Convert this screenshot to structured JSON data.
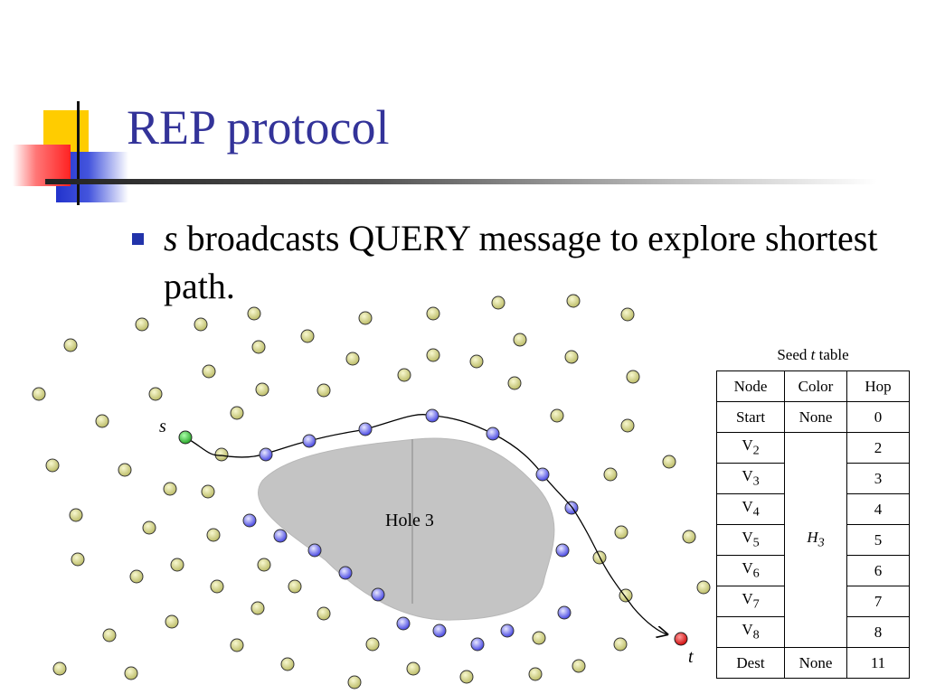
{
  "slide": {
    "title": "REP protocol",
    "bullet": {
      "subject": "s",
      "text": " broadcasts QUERY message to explore shortest path."
    }
  },
  "diagram": {
    "source_label": "s",
    "dest_label": "t",
    "hole_label": "Hole 3",
    "colors": {
      "node_fill": "#d8d88a",
      "path_node_fill": "#6a6af0",
      "source_fill": "#44c444",
      "dest_fill": "#e02020",
      "hole_fill": "#c4c4c4"
    }
  },
  "seed_table": {
    "caption_prefix": "Seed ",
    "caption_var": "t",
    "caption_suffix": " table",
    "headers": [
      "Node",
      "Color",
      "Hop"
    ],
    "start": {
      "node": "Start",
      "color": "None",
      "hop": "0"
    },
    "merged_color_base": "H",
    "merged_color_sub": "3",
    "rows": [
      {
        "node": "V",
        "sub": "2",
        "hop": "2"
      },
      {
        "node": "V",
        "sub": "3",
        "hop": "3"
      },
      {
        "node": "V",
        "sub": "4",
        "hop": "4"
      },
      {
        "node": "V",
        "sub": "5",
        "hop": "5"
      },
      {
        "node": "V",
        "sub": "6",
        "hop": "6"
      },
      {
        "node": "V",
        "sub": "7",
        "hop": "7"
      },
      {
        "node": "V",
        "sub": "8",
        "hop": "8"
      }
    ],
    "dest": {
      "node": "Dest",
      "color": "None",
      "hop": "11"
    }
  }
}
